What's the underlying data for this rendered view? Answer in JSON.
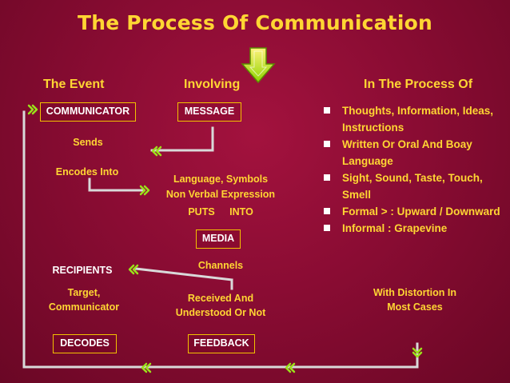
{
  "title": "The Process Of Communication",
  "headers": {
    "event": "The Event",
    "involving": "Involving",
    "process_of": "In The Process Of"
  },
  "boxes": {
    "communicator": "COMMUNICATOR",
    "message": "MESSAGE",
    "media": "MEDIA",
    "decodes": "DECODES",
    "feedback": "FEEDBACK"
  },
  "labels": {
    "sends": "Sends",
    "encodes_into": "Encodes Into",
    "language_1": "Language, Symbols",
    "language_2": "Non Verbal Expression",
    "puts": "PUTS",
    "into": "INTO",
    "channels": "Channels",
    "recipients": "RECIPIENTS",
    "target_1": "Target,",
    "target_2": "Communicator",
    "received_1": "Received  And",
    "received_2": "Understood Or Not",
    "distortion_1": "With Distortion In",
    "distortion_2": "Most Cases"
  },
  "bullets": [
    "Thoughts, Information, Ideas, Instructions",
    "Written Or Oral And Boay Language",
    "Sight, Sound, Taste, Touch, Smell",
    "Formal > : Upward / Downward",
    "Informal : Grapevine"
  ],
  "colors": {
    "accent": "#ffd633",
    "box_border": "#f2c200",
    "arrow_green": "#9be21a",
    "line": "#d9d9d9"
  }
}
